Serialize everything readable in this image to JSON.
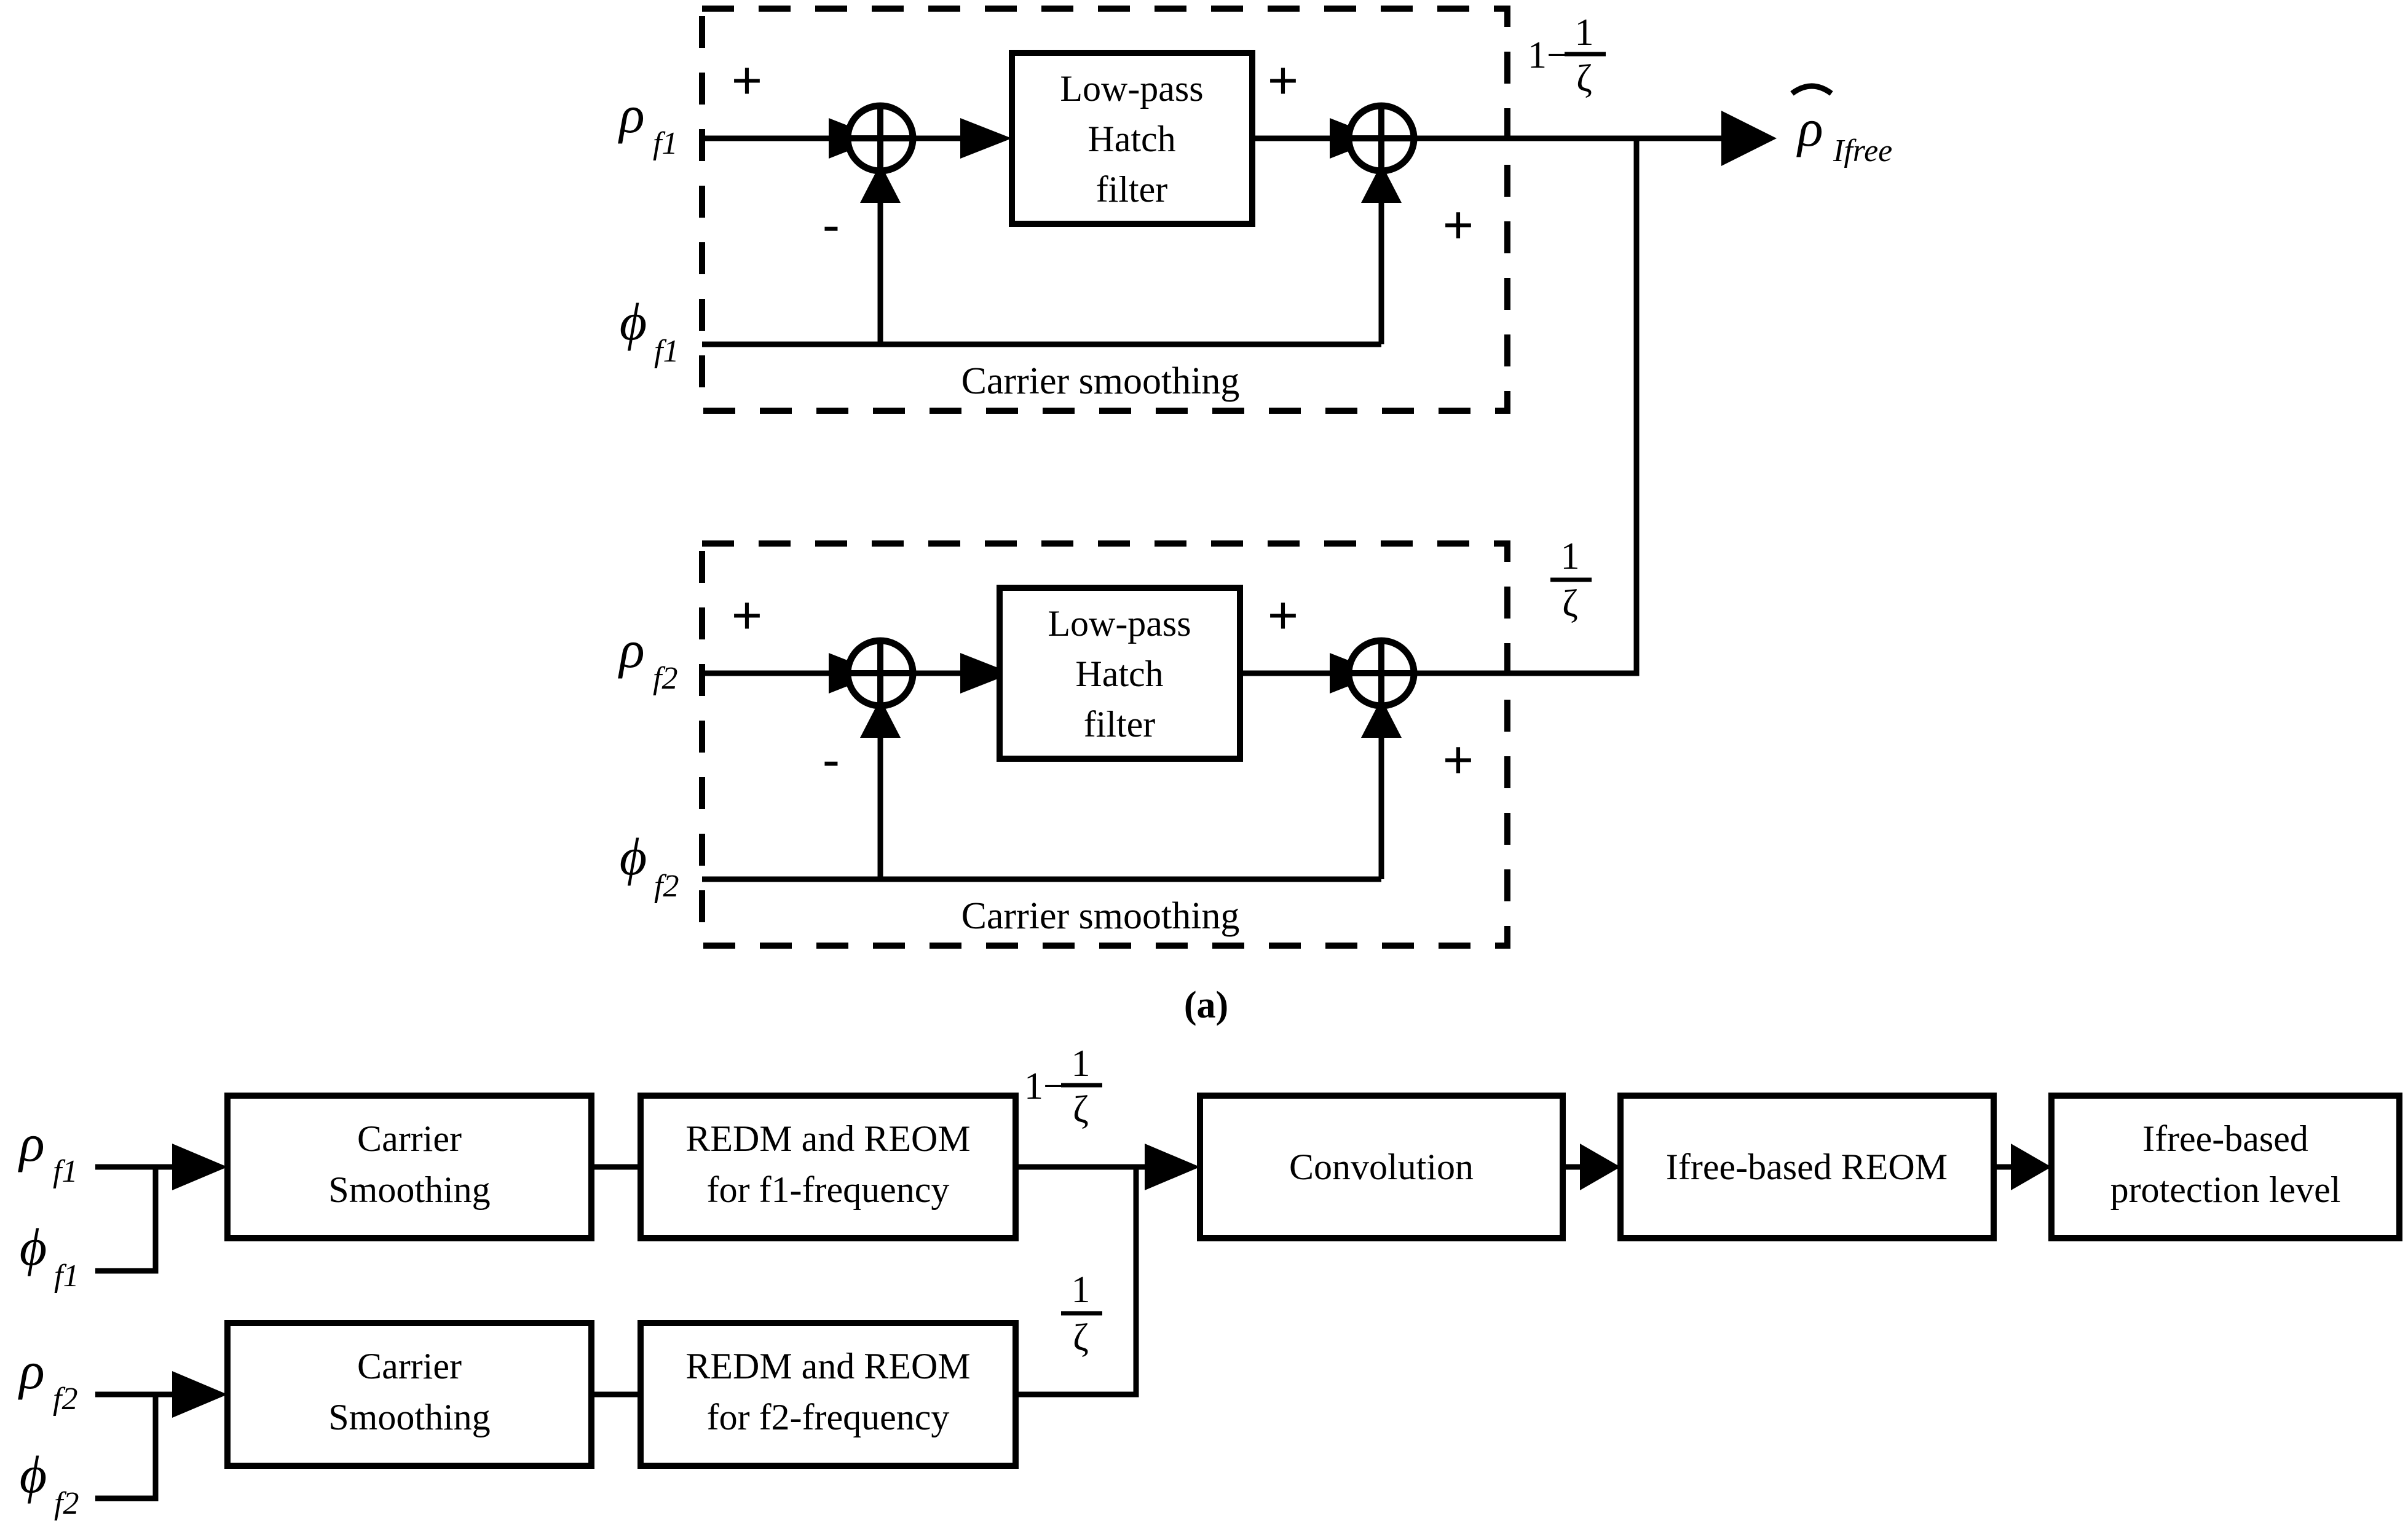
{
  "figure": {
    "caption_a": "(a)",
    "panel_a": {
      "dashed_group_label": "Carrier smoothing",
      "filter_box_line1": "Low-pass",
      "filter_box_line2": "Hatch",
      "filter_box_line3": "filter",
      "signs": {
        "plus": "+",
        "minus": "-"
      },
      "rows": [
        {
          "input_rho": "ρ",
          "input_rho_sub": "f1",
          "input_phi": "ϕ",
          "input_phi_sub": "f1",
          "gain_numerator": "1",
          "gain_denominator": "ζ",
          "gain_prefix": "1−",
          "group_label": "Carrier smoothing"
        },
        {
          "input_rho": "ρ",
          "input_rho_sub": "f2",
          "input_phi": "ϕ",
          "input_phi_sub": "f2",
          "gain_numerator": "1",
          "gain_denominator": "ζ",
          "gain_prefix": "",
          "group_label": "Carrier smoothing"
        }
      ],
      "output_symbol": "ρ",
      "output_subscript": "Ifree",
      "output_has_hat": true
    },
    "panel_b": {
      "rows": [
        {
          "input_rho": "ρ",
          "input_rho_sub": "f1",
          "input_phi": "ϕ",
          "input_phi_sub": "f1",
          "box1_line1": "Carrier",
          "box1_line2": "Smoothing",
          "box2_line1": "REDM and REOM",
          "box2_line2": "for f1-frequency",
          "gain_prefix": "1−",
          "gain_numerator": "1",
          "gain_denominator": "ζ"
        },
        {
          "input_rho": "ρ",
          "input_rho_sub": "f2",
          "input_phi": "ϕ",
          "input_phi_sub": "f2",
          "box1_line1": "Carrier",
          "box1_line2": "Smoothing",
          "box2_line1": "REDM and REOM",
          "box2_line2": "for f2-frequency",
          "gain_prefix": "",
          "gain_numerator": "1",
          "gain_denominator": "ζ"
        }
      ],
      "convolution_label": "Convolution",
      "ifree_reom_label": "Ifree-based REOM",
      "protection_line1": "Ifree-based",
      "protection_line2": "protection level"
    }
  },
  "colors": {
    "stroke": "#000000",
    "background": "#ffffff"
  }
}
